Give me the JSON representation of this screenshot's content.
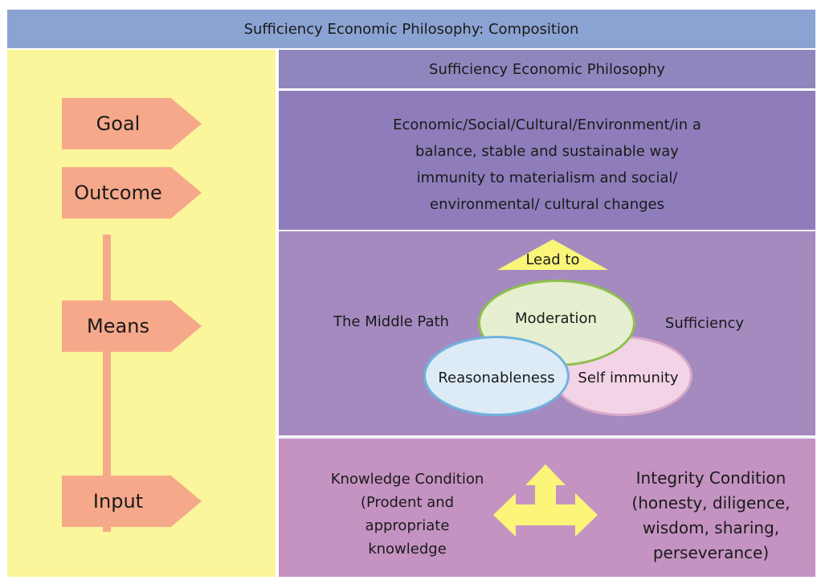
{
  "header": {
    "title": "Sufficiency Economic Philosophy: Composition"
  },
  "left_column": {
    "tags": [
      {
        "label": "Goal"
      },
      {
        "label": "Outcome"
      },
      {
        "label": "Means"
      },
      {
        "label": "Input"
      }
    ]
  },
  "right_column": {
    "philosophy_title": "Sufficiency Economic Philosophy",
    "goal_text": [
      "Economic/Social/Cultural/Environment/in a",
      "balance, stable and sustainable way",
      "immunity to materialism and social/",
      "environmental/ cultural changes"
    ],
    "means": {
      "lead_to": "Lead to",
      "middle_path": "The Middle Path",
      "sufficiency": "Sufficiency",
      "moderation": "Moderation",
      "reasonableness": "Reasonableness",
      "self_immunity": "Self immunity"
    },
    "input": {
      "knowledge_condition": [
        "Knowledge Condition",
        "(Prodent and",
        "appropriate",
        "knowledge"
      ],
      "integrity_condition": [
        "Integrity Condition",
        "(honesty, diligence,",
        "wisdom, sharing,",
        "perseverance)"
      ]
    }
  },
  "colors": {
    "title_bar": "#8aa3d2",
    "left_column": "#fbf59b",
    "tag": "#f5a98a",
    "goal_band": "#8e7dba",
    "means_band": "#a58ac0",
    "input_band": "#c493c2",
    "arrow": "#fbf57a",
    "moderation_circle": "#e6efcf",
    "reasonableness_circle": "#dcebf5",
    "self_immunity_circle": "#f3d3e6"
  }
}
